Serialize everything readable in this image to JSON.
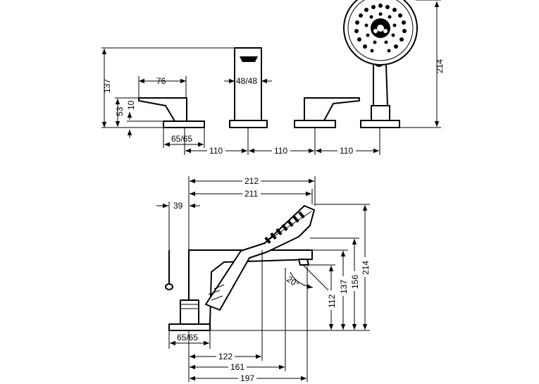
{
  "top_view": {
    "dim_total_height": "137",
    "dim_lever_height": "53",
    "dim_lever_thickness": "10",
    "dim_lever_length": "76",
    "dim_spout_width": "48/48",
    "dim_base_left": "65/65",
    "dim_spacing_1": "110",
    "dim_spacing_2": "110",
    "dim_spacing_3": "110",
    "dim_shower_height": "214"
  },
  "side_view": {
    "dim_212": "212",
    "dim_211": "211",
    "dim_39": "39",
    "dim_214": "214",
    "dim_156": "156",
    "dim_137": "137",
    "dim_112": "112",
    "dim_angle": "20°",
    "dim_base": "65/65",
    "dim_122": "122",
    "dim_161": "161",
    "dim_197": "197"
  }
}
